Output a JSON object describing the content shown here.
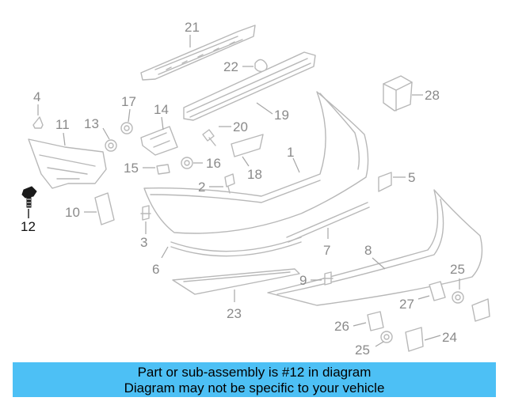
{
  "callouts": {
    "c1": "1",
    "c2": "2",
    "c3": "3",
    "c4": "4",
    "c5": "5",
    "c6": "6",
    "c7": "7",
    "c8": "8",
    "c9": "9",
    "c10": "10",
    "c11": "11",
    "c12": "12",
    "c13": "13",
    "c14": "14",
    "c15": "15",
    "c16": "16",
    "c17": "17",
    "c18": "18",
    "c19": "19",
    "c20": "20",
    "c21": "21",
    "c22": "22",
    "c23": "23",
    "c24": "24",
    "c25a": "25",
    "c25b": "25",
    "c26": "26",
    "c27": "27",
    "c28": "28"
  },
  "highlighted_part": "12",
  "colors": {
    "banner": "#4dc0f5",
    "parts": "#b8b8b8",
    "highlight": "#1a1a1a"
  },
  "banner": {
    "line1": "Part or sub-assembly is #12 in diagram",
    "line2": "Diagram may not be specific to your vehicle"
  }
}
